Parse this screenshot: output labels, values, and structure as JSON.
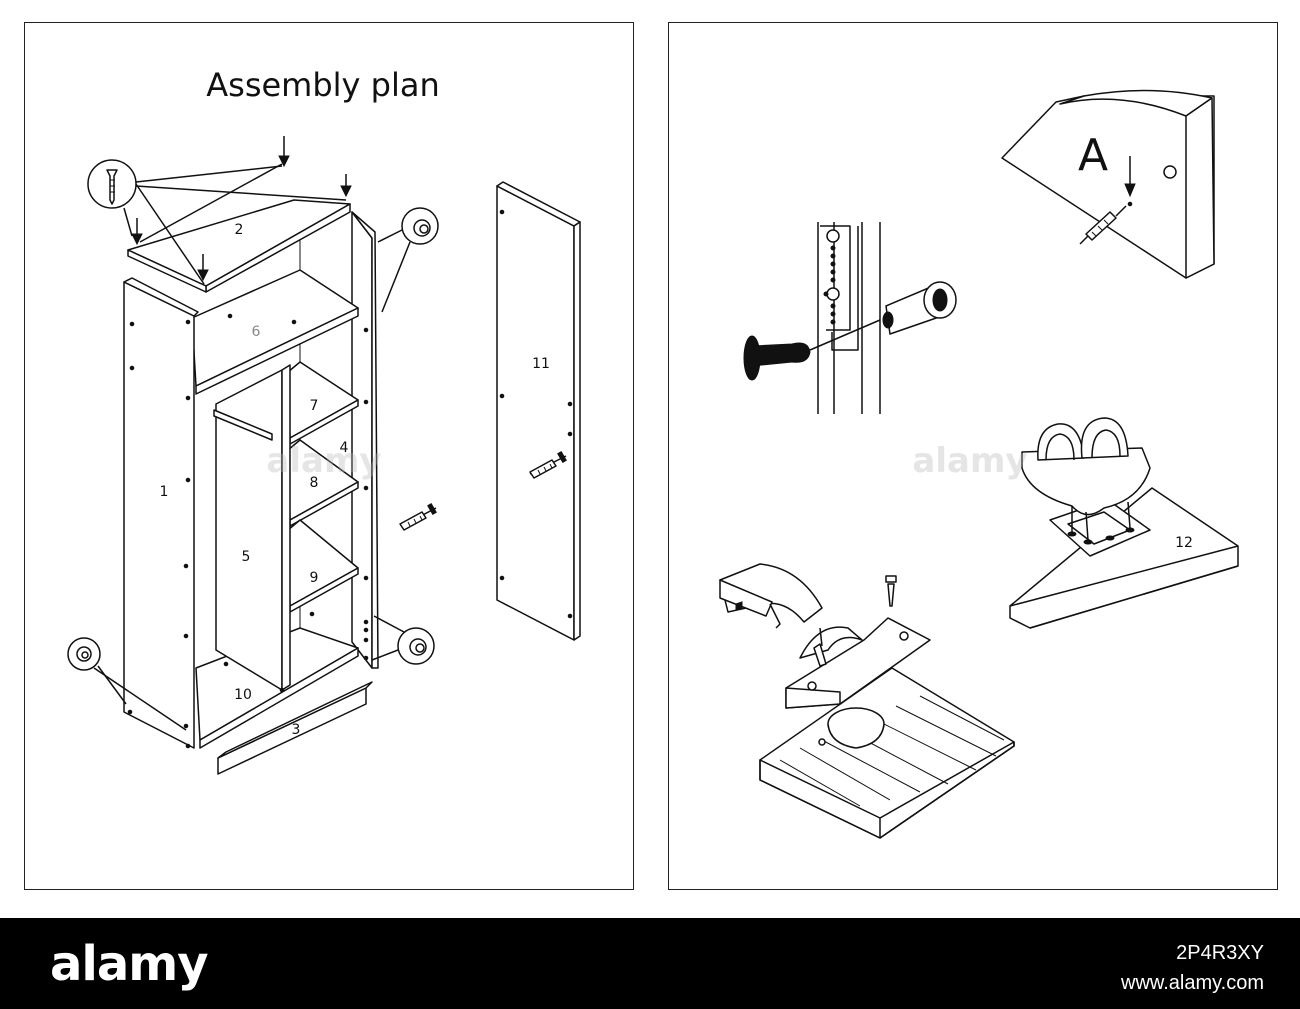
{
  "left_panel": {
    "title": "Assembly plan",
    "part_labels": {
      "p1": "1",
      "p2": "2",
      "p3": "3",
      "p4": "4",
      "p5": "5",
      "p6": "6",
      "p7": "7",
      "p8": "8",
      "p9": "9",
      "p10": "10",
      "p11": "11"
    }
  },
  "right_panel": {
    "detail_label": "A",
    "part_label_12": "12"
  },
  "watermark": "alamy",
  "footer": {
    "logo": "alamy",
    "image_id": "2P4R3XY",
    "url": "www.alamy.com"
  }
}
